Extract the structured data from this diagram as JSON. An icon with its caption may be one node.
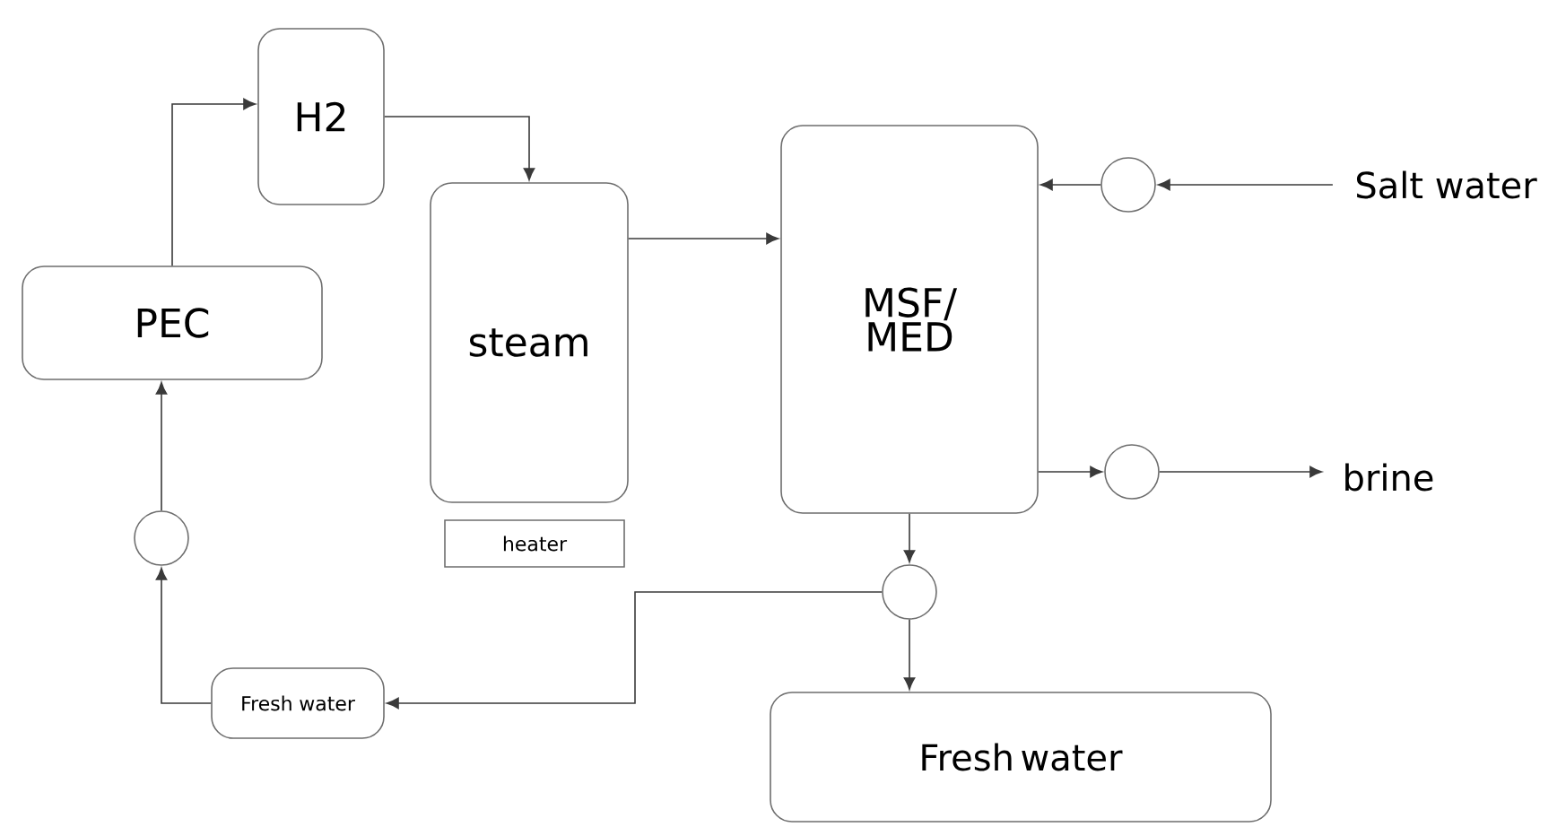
{
  "diagram": {
    "nodes": [
      {
        "text": [
          "H2"
        ]
      },
      {
        "text": [
          "PEC"
        ]
      },
      {
        "text": [
          "steam"
        ]
      },
      {
        "text": [
          "heater"
        ]
      },
      {
        "text": [
          "MSF/ MED"
        ]
      },
      {
        "text": [],
        "shape": "circle"
      },
      {
        "text": [
          "Salt water"
        ]
      },
      {
        "text": [],
        "shape": "circle"
      },
      {
        "text": [
          "brine"
        ]
      },
      {
        "text": [],
        "shape": "circle"
      },
      {
        "text": [
          "Fresh water"
        ]
      },
      {
        "text": [
          "Fresh water"
        ]
      },
      {
        "text": [],
        "shape": "circle"
      }
    ],
    "edges": [
      {
        "from": 1,
        "to": 0,
        "arrow": "to"
      },
      {
        "from": 0,
        "to": 2,
        "arrow": "to"
      },
      {
        "from": 2,
        "to": 4,
        "arrow": "to"
      },
      {
        "from": 6,
        "to": 5,
        "arrow": "to"
      },
      {
        "from": 5,
        "to": 4,
        "arrow": "to"
      },
      {
        "from": 4,
        "to": 7,
        "arrow": "to"
      },
      {
        "from": 7,
        "to": 8,
        "arrow": "to"
      },
      {
        "from": 4,
        "to": 9,
        "arrow": "to"
      },
      {
        "from": 9,
        "to": 10,
        "arrow": "to"
      },
      {
        "from": 9,
        "to": 11,
        "arrow": "to"
      },
      {
        "from": 11,
        "to": 12,
        "arrow": "to"
      },
      {
        "from": 12,
        "to": 1,
        "arrow": "to"
      }
    ]
  }
}
